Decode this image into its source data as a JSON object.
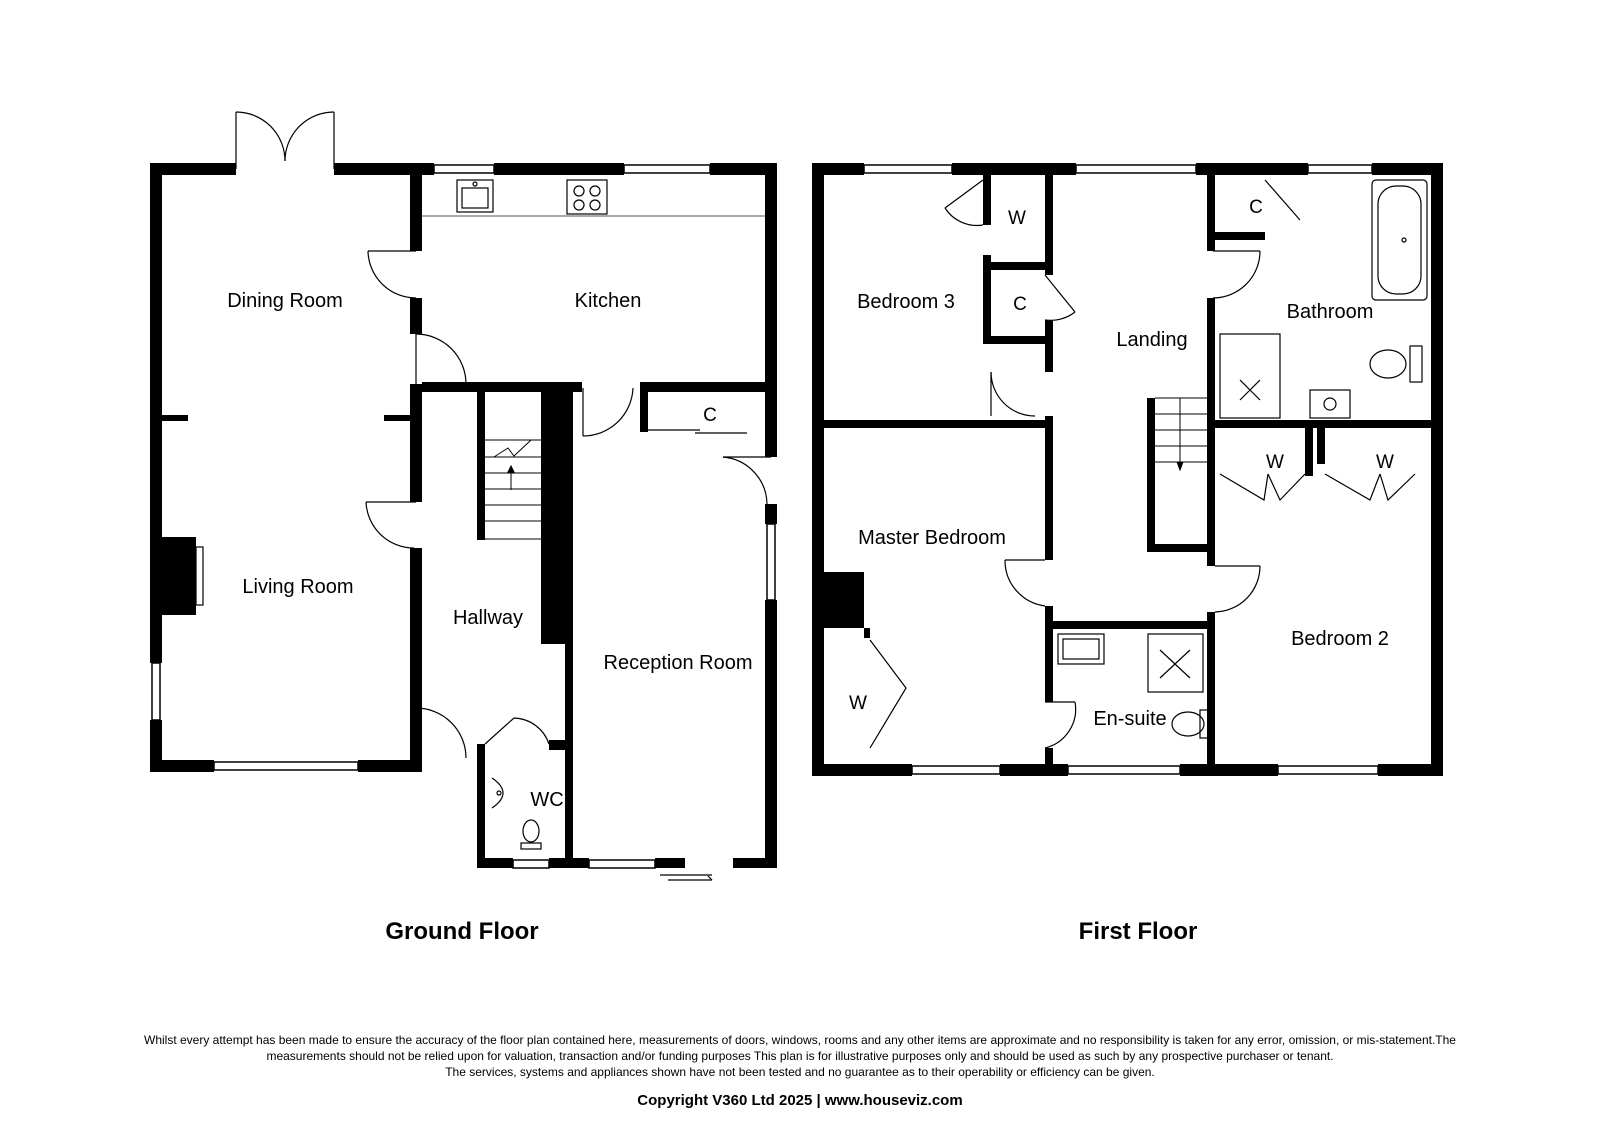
{
  "ground_floor": {
    "title": "Ground Floor",
    "rooms": {
      "dining": "Dining Room",
      "kitchen": "Kitchen",
      "living": "Living Room",
      "hallway": "Hallway",
      "reception": "Reception Room",
      "wc": "WC",
      "cupboard": "C"
    }
  },
  "first_floor": {
    "title": "First Floor",
    "rooms": {
      "bedroom3": "Bedroom 3",
      "wardrobe_b3": "W",
      "cupboard_b3": "C",
      "landing": "Landing",
      "cupboard_bath": "C",
      "bathroom": "Bathroom",
      "master": "Master Bedroom",
      "wardrobe_master": "W",
      "ensuite": "En-suite",
      "wardrobe_b2a": "W",
      "wardrobe_b2b": "W",
      "bedroom2": "Bedroom 2"
    }
  },
  "footer": {
    "disclaimer_1": "Whilst every attempt has been made to ensure the accuracy of the floor plan contained here, measurements of doors, windows, rooms and any other items are approximate and no responsibility is taken for any error, omission, or mis-statement.The measurements should not be relied upon for valuation, transaction and/or funding purposes This plan is for illustrative purposes only and should be used as such by any prospective purchaser or tenant.",
    "disclaimer_2": "The services, systems and appliances shown have not been tested and no guarantee as to their operability or efficiency can be given.",
    "copyright": "Copyright V360 Ltd 2025 | www.houseviz.com"
  }
}
